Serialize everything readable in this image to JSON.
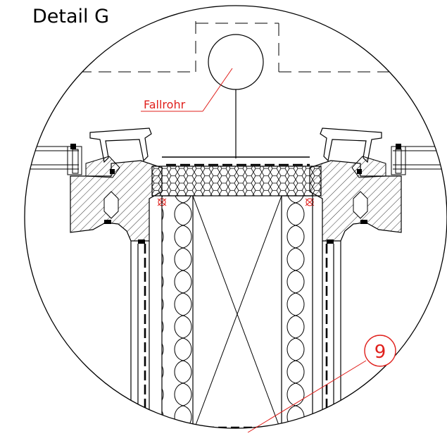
{
  "title": "Detail G",
  "labels": {
    "pipe": "Fallrohr",
    "detail_number": "9"
  },
  "colors": {
    "line": "#000000",
    "callout": "#e0201c",
    "background": "#ffffff"
  }
}
